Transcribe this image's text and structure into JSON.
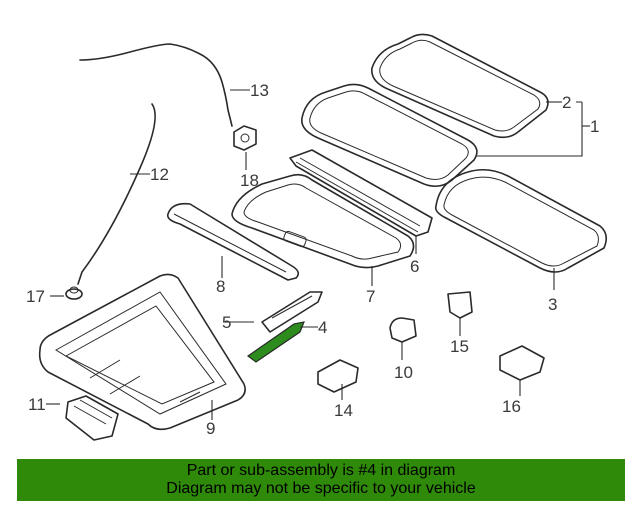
{
  "callouts": [
    "1",
    "2",
    "3",
    "4",
    "5",
    "6",
    "7",
    "8",
    "9",
    "11",
    "12",
    "13",
    "14",
    "15",
    "16",
    "17",
    "18",
    "10"
  ],
  "highlighted_part": "4",
  "colors": {
    "banner": "#2f8a0a",
    "highlight": "#2e8b1e",
    "line": "#2a2a2a"
  },
  "banner": {
    "line1": "Part or sub-assembly is #4 in diagram",
    "line2": "Diagram may not be specific to your vehicle"
  }
}
